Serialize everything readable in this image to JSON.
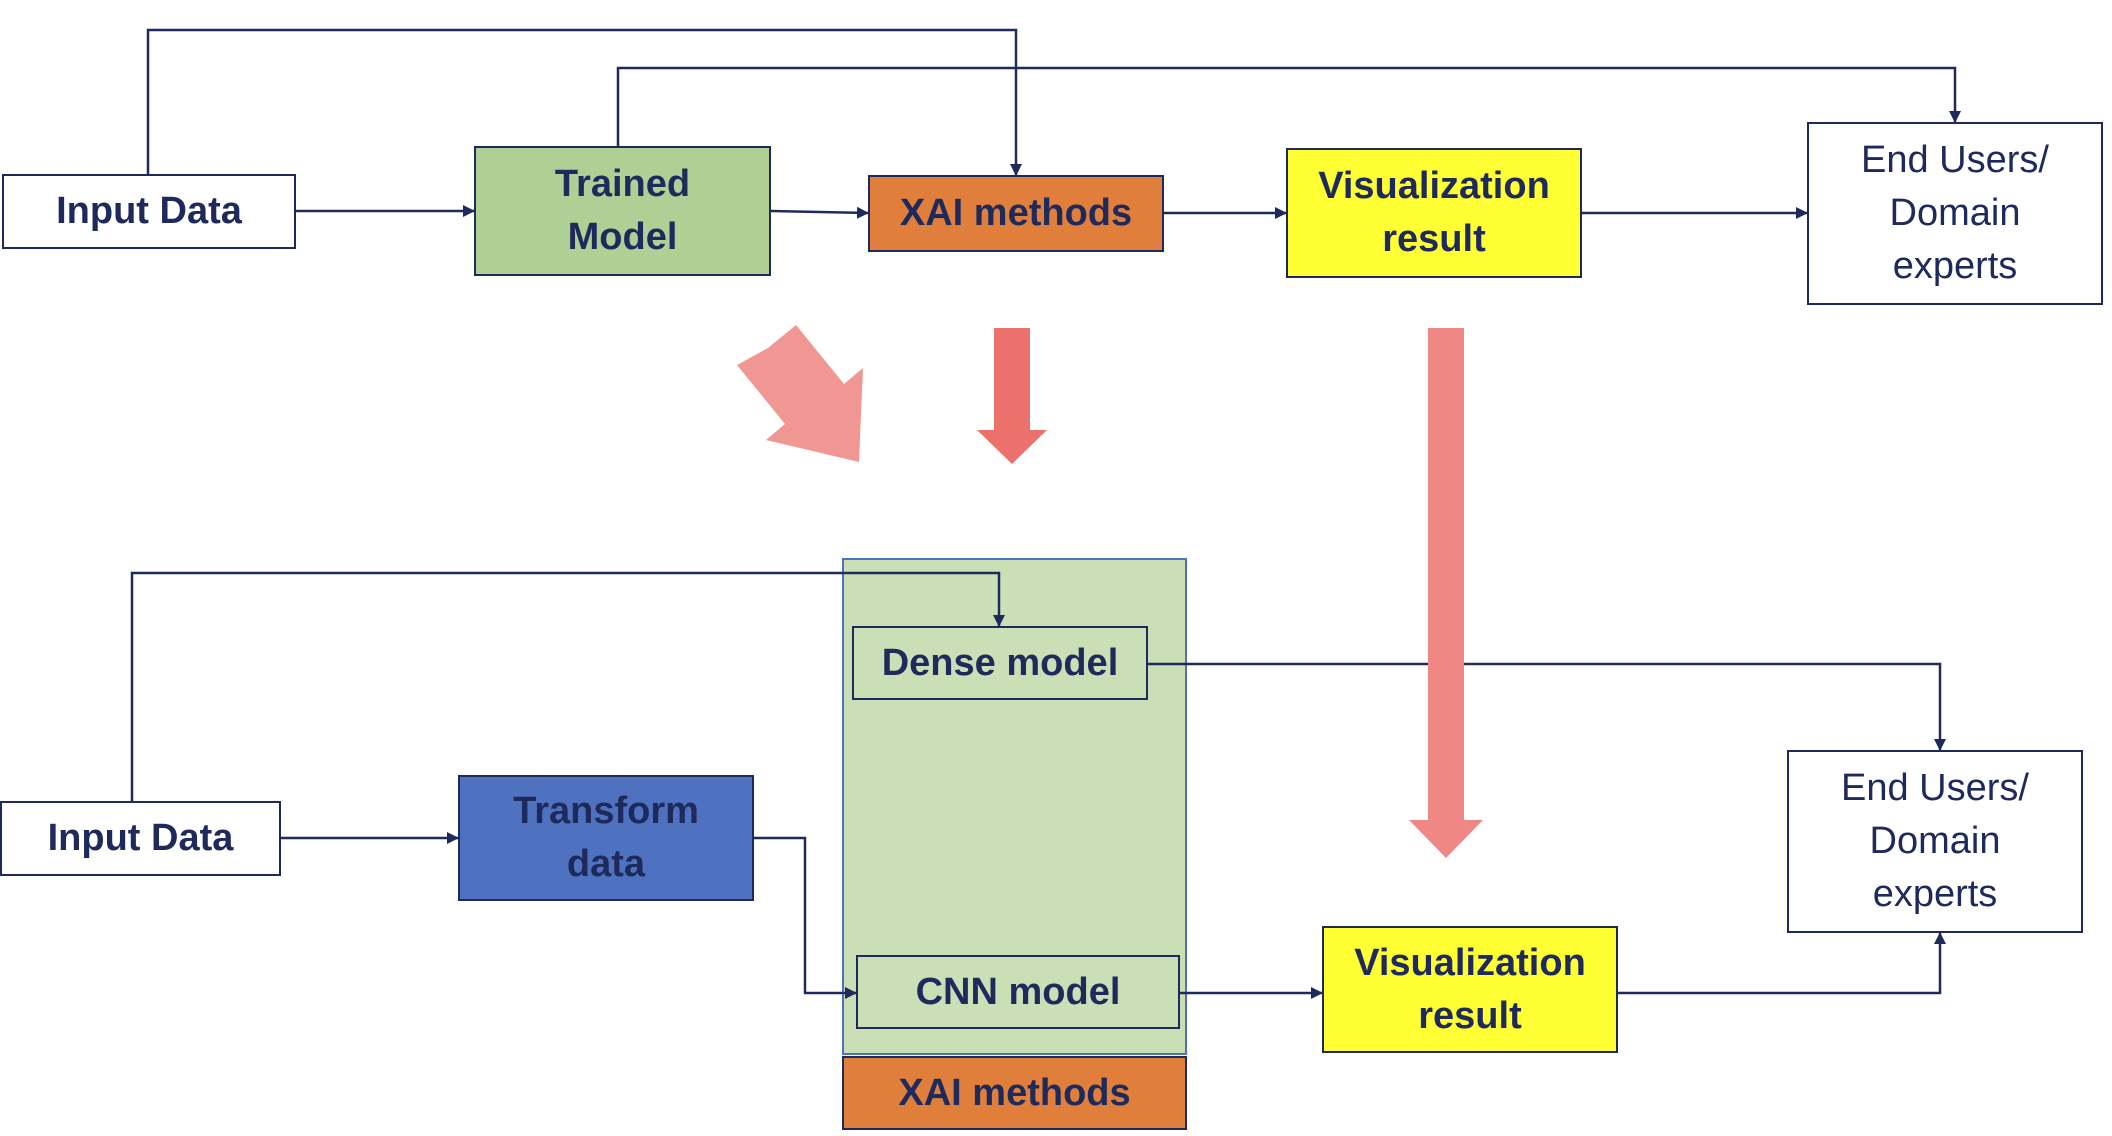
{
  "top_row": {
    "input_data": "Input Data",
    "trained_model": "Trained\nModel",
    "xai_methods": "XAI methods",
    "visualization_result": "Visualization\nresult",
    "end_users": "End Users/\nDomain\nexperts"
  },
  "bottom_row": {
    "input_data": "Input Data",
    "transform_data": "Transform\ndata",
    "dense_model": "Dense model",
    "cnn_model": "CNN model",
    "xai_methods": "XAI methods",
    "visualization_result": "Visualization\nresult",
    "end_users": "End Users/\nDomain\nexperts"
  },
  "colors": {
    "connector": "#1f2a5c",
    "trained_model_fill": "#aed095",
    "xai_fill": "#e07f3c",
    "visualization_fill": "#ffff33",
    "transform_fill": "#4e72c0",
    "xai_container_fill": "#cbdfb6",
    "big_arrow_strong": "#ec716d",
    "big_arrow_light": "#f19793"
  }
}
